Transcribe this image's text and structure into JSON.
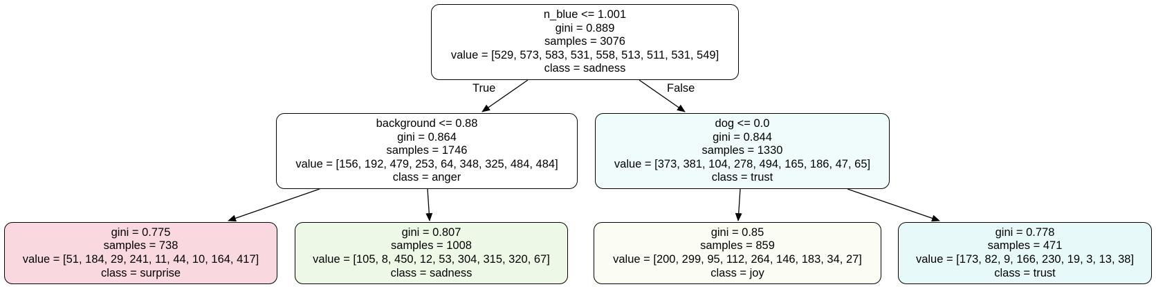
{
  "colors": {
    "anger": "#ffffff",
    "trust": "#f0fcfc",
    "surprise": "#f9d8e0",
    "sadness": "#eef8e6",
    "joy": "#fbfcf4",
    "trust_leaf": "#e8f9f9",
    "edge": "#000000"
  },
  "edges": {
    "true_label": "True",
    "false_label": "False"
  },
  "nodes": {
    "root": {
      "split": "n_blue <= 1.001",
      "gini": "gini = 0.889",
      "samples": "samples = 3076",
      "value": "value = [529, 573, 583, 531, 558, 513, 511, 531, 549]",
      "class": "class = sadness"
    },
    "n1": {
      "split": "background <= 0.88",
      "gini": "gini = 0.864",
      "samples": "samples = 1746",
      "value": "value = [156, 192, 479, 253, 64, 348, 325, 484, 484]",
      "class": "class = anger"
    },
    "n2": {
      "split": "dog <= 0.0",
      "gini": "gini = 0.844",
      "samples": "samples = 1330",
      "value": "value = [373, 381, 104, 278, 494, 165, 186, 47, 65]",
      "class": "class = trust"
    },
    "leaf1": {
      "gini": "gini = 0.775",
      "samples": "samples = 738",
      "value": "value = [51, 184, 29, 241, 11, 44, 10, 164, 417]",
      "class": "class = surprise"
    },
    "leaf2": {
      "gini": "gini = 0.807",
      "samples": "samples = 1008",
      "value": "value = [105, 8, 450, 12, 53, 304, 315, 320, 67]",
      "class": "class = sadness"
    },
    "leaf3": {
      "gini": "gini = 0.85",
      "samples": "samples = 859",
      "value": "value = [200, 299, 95, 112, 264, 146, 183, 34, 27]",
      "class": "class = joy"
    },
    "leaf4": {
      "gini": "gini = 0.778",
      "samples": "samples = 471",
      "value": "value = [173, 82, 9, 166, 230, 19, 3, 13, 38]",
      "class": "class = trust"
    }
  }
}
